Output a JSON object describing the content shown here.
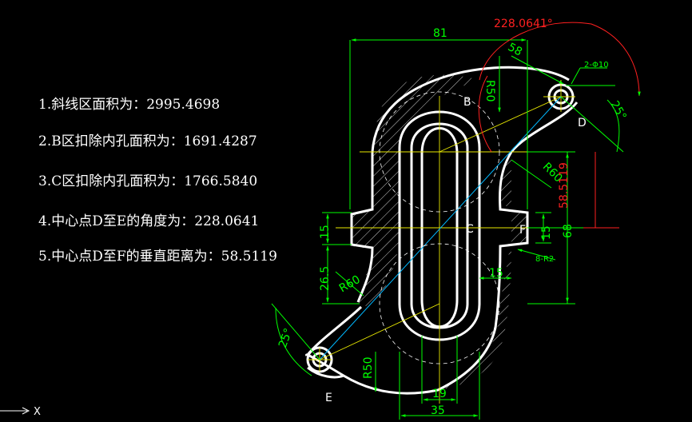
{
  "results": [
    "1.斜线区面积为：2995.4698",
    "2.B区扣除内孔面积为：1691.4287",
    "3.C区扣除内孔面积为：1766.5840",
    "4.中心点D至E的角度为：228.0641",
    "5.中心点D至F的垂直距离为：58.5119"
  ],
  "labels": {
    "B": "B",
    "C": "C",
    "D": "D",
    "E": "E",
    "F": "F"
  },
  "dimensions": {
    "top_width": "81",
    "angle_red": "228.0641°",
    "d58": "58",
    "r50_top": "R50",
    "holes": "2-Φ10",
    "angle_top": "25°",
    "r60_top": "R60",
    "d58_5119": "58.5119",
    "d68": "68",
    "d15_right": "15",
    "r2": "8-R2",
    "d15_mid": "15",
    "d15_left": "15",
    "d26_5": "26.5",
    "r60_left": "R60",
    "angle_bottom": "25°",
    "r50_bottom": "R50",
    "d19": "19",
    "d35": "35"
  },
  "ucs": {
    "axis_x": "X"
  },
  "colors": {
    "outline": "#ffffff",
    "dimension": "#00ff00",
    "red": "#ff2020",
    "yellow": "#e8e800",
    "cyan": "#00b8ff"
  }
}
